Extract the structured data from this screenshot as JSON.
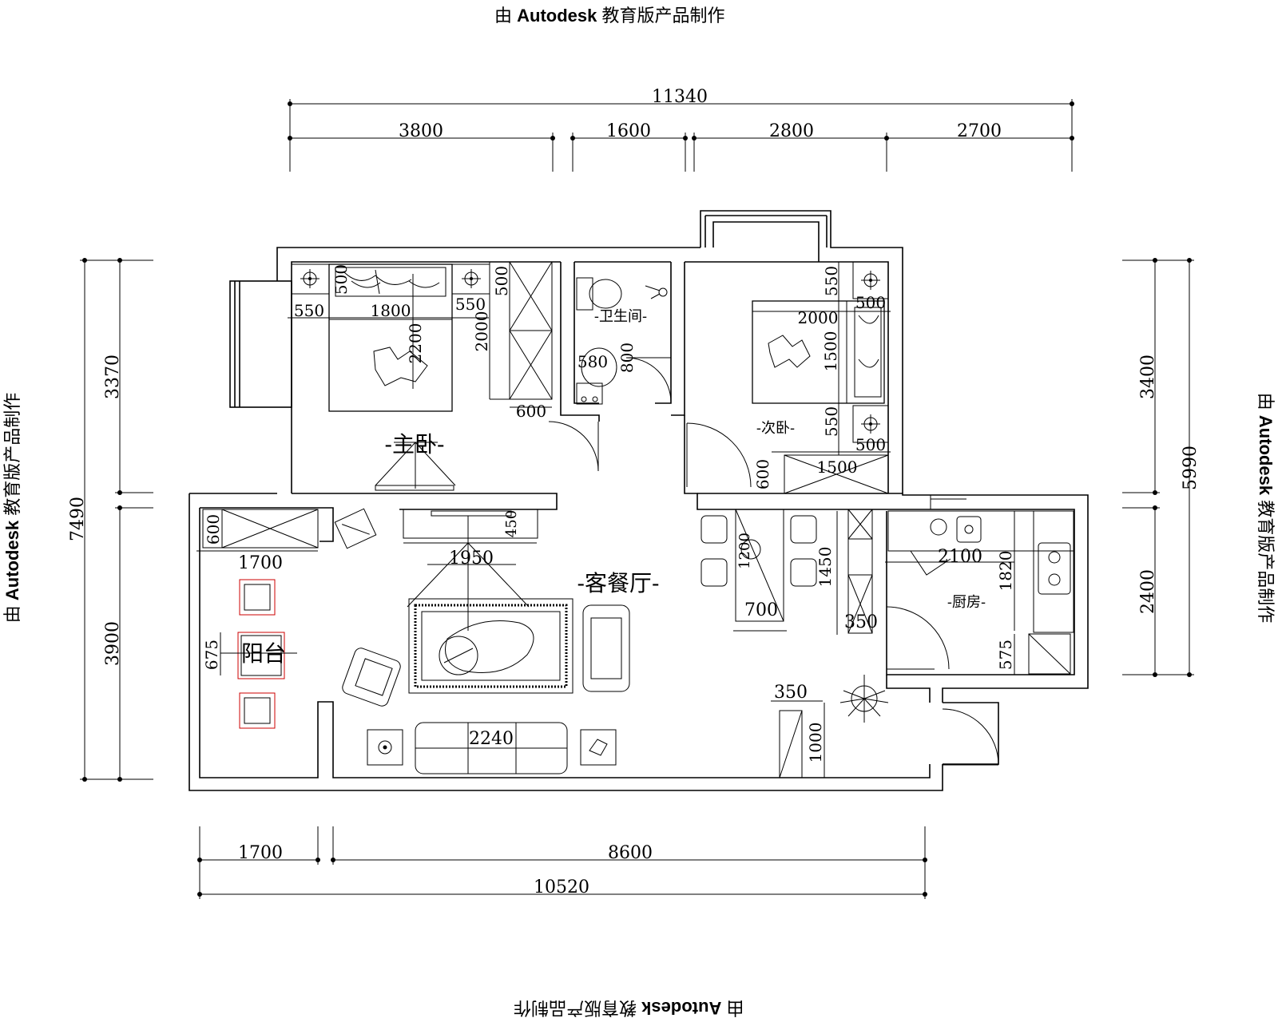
{
  "watermark": {
    "prefix": "由 ",
    "brand": "Autodesk",
    "suffix": " 教育版产品制作"
  },
  "dimensions": {
    "top_total": "11340",
    "top_1": "3800",
    "top_2": "1600",
    "top_3": "2800",
    "top_4": "2700",
    "bottom_1": "1700",
    "bottom_2": "8600",
    "bottom_total": "10520",
    "left_total": "7490",
    "left_1": "3370",
    "left_2": "3900",
    "right_total": "5990",
    "right_1": "3400",
    "right_2": "2400"
  },
  "rooms": {
    "master_bedroom": "-主卧-",
    "bathroom": "-卫生间-",
    "second_bedroom": "-次卧-",
    "living_dining": "-客餐厅-",
    "kitchen": "-厨房-",
    "balcony": "阳台"
  },
  "furniture_dims": {
    "mb_nightstand_l": "550",
    "mb_bed_w": "1800",
    "mb_nightstand_r": "550",
    "mb_headboard": "500",
    "mb_bed_len": "2200",
    "mb_wardrobe_len": "2000",
    "mb_wardrobe_depth": "600",
    "mb_wardrobe_top": "500",
    "bath_580": "580",
    "bath_800": "800",
    "sb_nightstand_top": "550",
    "sb_nightstand_w_top": "500",
    "sb_bed_len": "2000",
    "sb_bed_w": "1500",
    "sb_nightstand_bot": "550",
    "sb_nightstand_w_bot": "500",
    "sb_wardrobe_len": "1500",
    "sb_wardrobe_depth": "600",
    "balcony_cabinet_d": "600",
    "balcony_cabinet_w": "1700",
    "balcony_table": "675",
    "tv_cabinet_w": "1950",
    "tv_cabinet_d": "450",
    "sofa_w": "2240",
    "dining_table_w": "700",
    "dining_table_l": "1200",
    "dining_cabinet_l": "1450",
    "dining_cabinet_d": "350",
    "kitchen_counter_w": "2100",
    "kitchen_counter_l": "1820",
    "kitchen_fridge": "575",
    "shoe_cabinet_d": "350",
    "shoe_cabinet_l": "1000"
  }
}
